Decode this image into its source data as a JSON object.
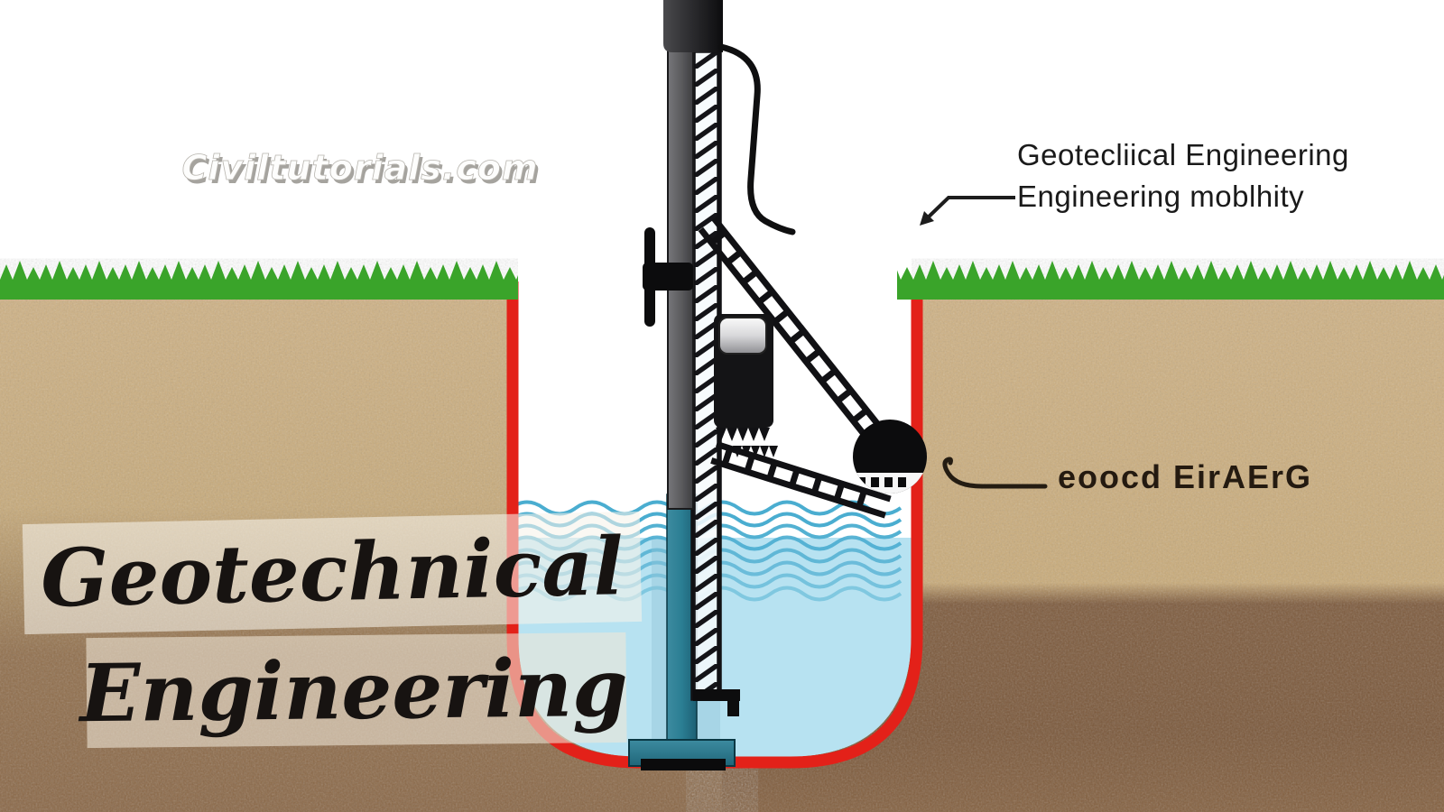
{
  "watermark": {
    "text": "Civiltutorials.com"
  },
  "banner_title": {
    "line1": "Geotechnical",
    "line2": "Engineering"
  },
  "callouts": {
    "top_right": {
      "line1": "Geotecliical Engineering",
      "line2": "Engineering moblhity"
    },
    "mid_right": {
      "text": "eoocd EirAErG"
    }
  },
  "palette": {
    "grass_green": "#3aa42a",
    "trench_red": "#e32119",
    "sand_light": "#cdb184",
    "soil_dark": "#7d5a3c",
    "water_fill": "#b7e2f1",
    "water_wave": "#4aadd0",
    "casing_teal": "#2b7e93",
    "rig_black": "#111114"
  }
}
